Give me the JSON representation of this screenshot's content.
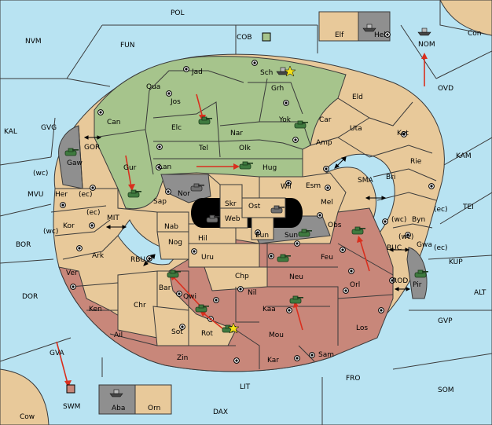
{
  "map_title": "",
  "colors": {
    "sea": "#b8e3f2",
    "neutral": "#e8c99a",
    "green_power": "#a6c48c",
    "red_power": "#c8877a",
    "grey_power": "#8f8f8f",
    "order_line": "#d92f1e",
    "border": "#3a3a3a"
  },
  "labels": {
    "POL": "POL",
    "NVM": "NVM",
    "FUN": "FUN",
    "COB": "COB",
    "Elf": "Elf",
    "Hel": "Hel",
    "NOM": "NOM",
    "Con": "Con",
    "OVD": "OVD",
    "KAL": "KAL",
    "GVG": "GVG",
    "GOR": "GOR",
    "Gaw": "Gaw",
    "wc1": "(wc)",
    "ec1": "(ec)",
    "Her": "Her",
    "MVU": "MVU",
    "ec2": "(ec)",
    "Kor": "Kor",
    "wc2": "(wc)",
    "MIT": "MIT",
    "BOR": "BOR",
    "Ark": "Ark",
    "RBU": "RBU",
    "Ver": "Ver",
    "DOR": "DOR",
    "Ken": "Ken",
    "Chr": "Chr",
    "Ail": "Ail",
    "Sot": "Sot",
    "Rot": "Rot",
    "Qwi": "Qwi",
    "Bar": "Bar",
    "Zin": "Zin",
    "Kar": "Kar",
    "Sam": "Sam",
    "Mou": "Mou",
    "Kaa": "Kaa",
    "Nil": "Nil",
    "Chp": "Chp",
    "Neu": "Neu",
    "Uru": "Uru",
    "Feu": "Feu",
    "Nog": "Nog",
    "Hil": "Hil",
    "Nab": "Nab",
    "Sap": "Sap",
    "Nor": "Nor",
    "Gur": "Gur",
    "Lan": "Lan",
    "Can": "Can",
    "Qua": "Qua",
    "Jad": "Jad",
    "Jos": "Jos",
    "Elc": "Elc",
    "Tel": "Tel",
    "Sch": "Sch",
    "Grh": "Grh",
    "Nar": "Nar",
    "Olk": "Olk",
    "Hug": "Hug",
    "Yok": "Yok",
    "Car": "Car",
    "Amp": "Amp",
    "Eld": "Eld",
    "Uta": "Uta",
    "Kat": "Kat",
    "Wil": "Wil",
    "Esm": "Esm",
    "SMA": "SMA",
    "Skr": "Skr",
    "Ost": "Ost",
    "Web": "Web",
    "Mel": "Mel",
    "Eun": "Eun",
    "Sun": "Sun",
    "Obs": "Obs",
    "Bri": "Bri",
    "Rie": "Rie",
    "KAM": "KAM",
    "TEI": "TEI",
    "Byn": "Byn",
    "wc3": "(wc)",
    "ec3": "(ec)",
    "Gwa": "Gwa",
    "wc4": "(wc)",
    "ec4": "(ec)",
    "BUC": "BUC",
    "KUP": "KUP",
    "Pir": "Pir",
    "ROD": "ROD",
    "Orl": "Orl",
    "ALT": "ALT",
    "GVP": "GVP",
    "Los": "Los",
    "FRO": "FRO",
    "SOM": "SOM",
    "LIT": "LIT",
    "GVA": "GVA",
    "SWM": "SWM",
    "Aba": "Aba",
    "Orn": "Orn",
    "DAX": "DAX",
    "Cow": "Cow"
  }
}
